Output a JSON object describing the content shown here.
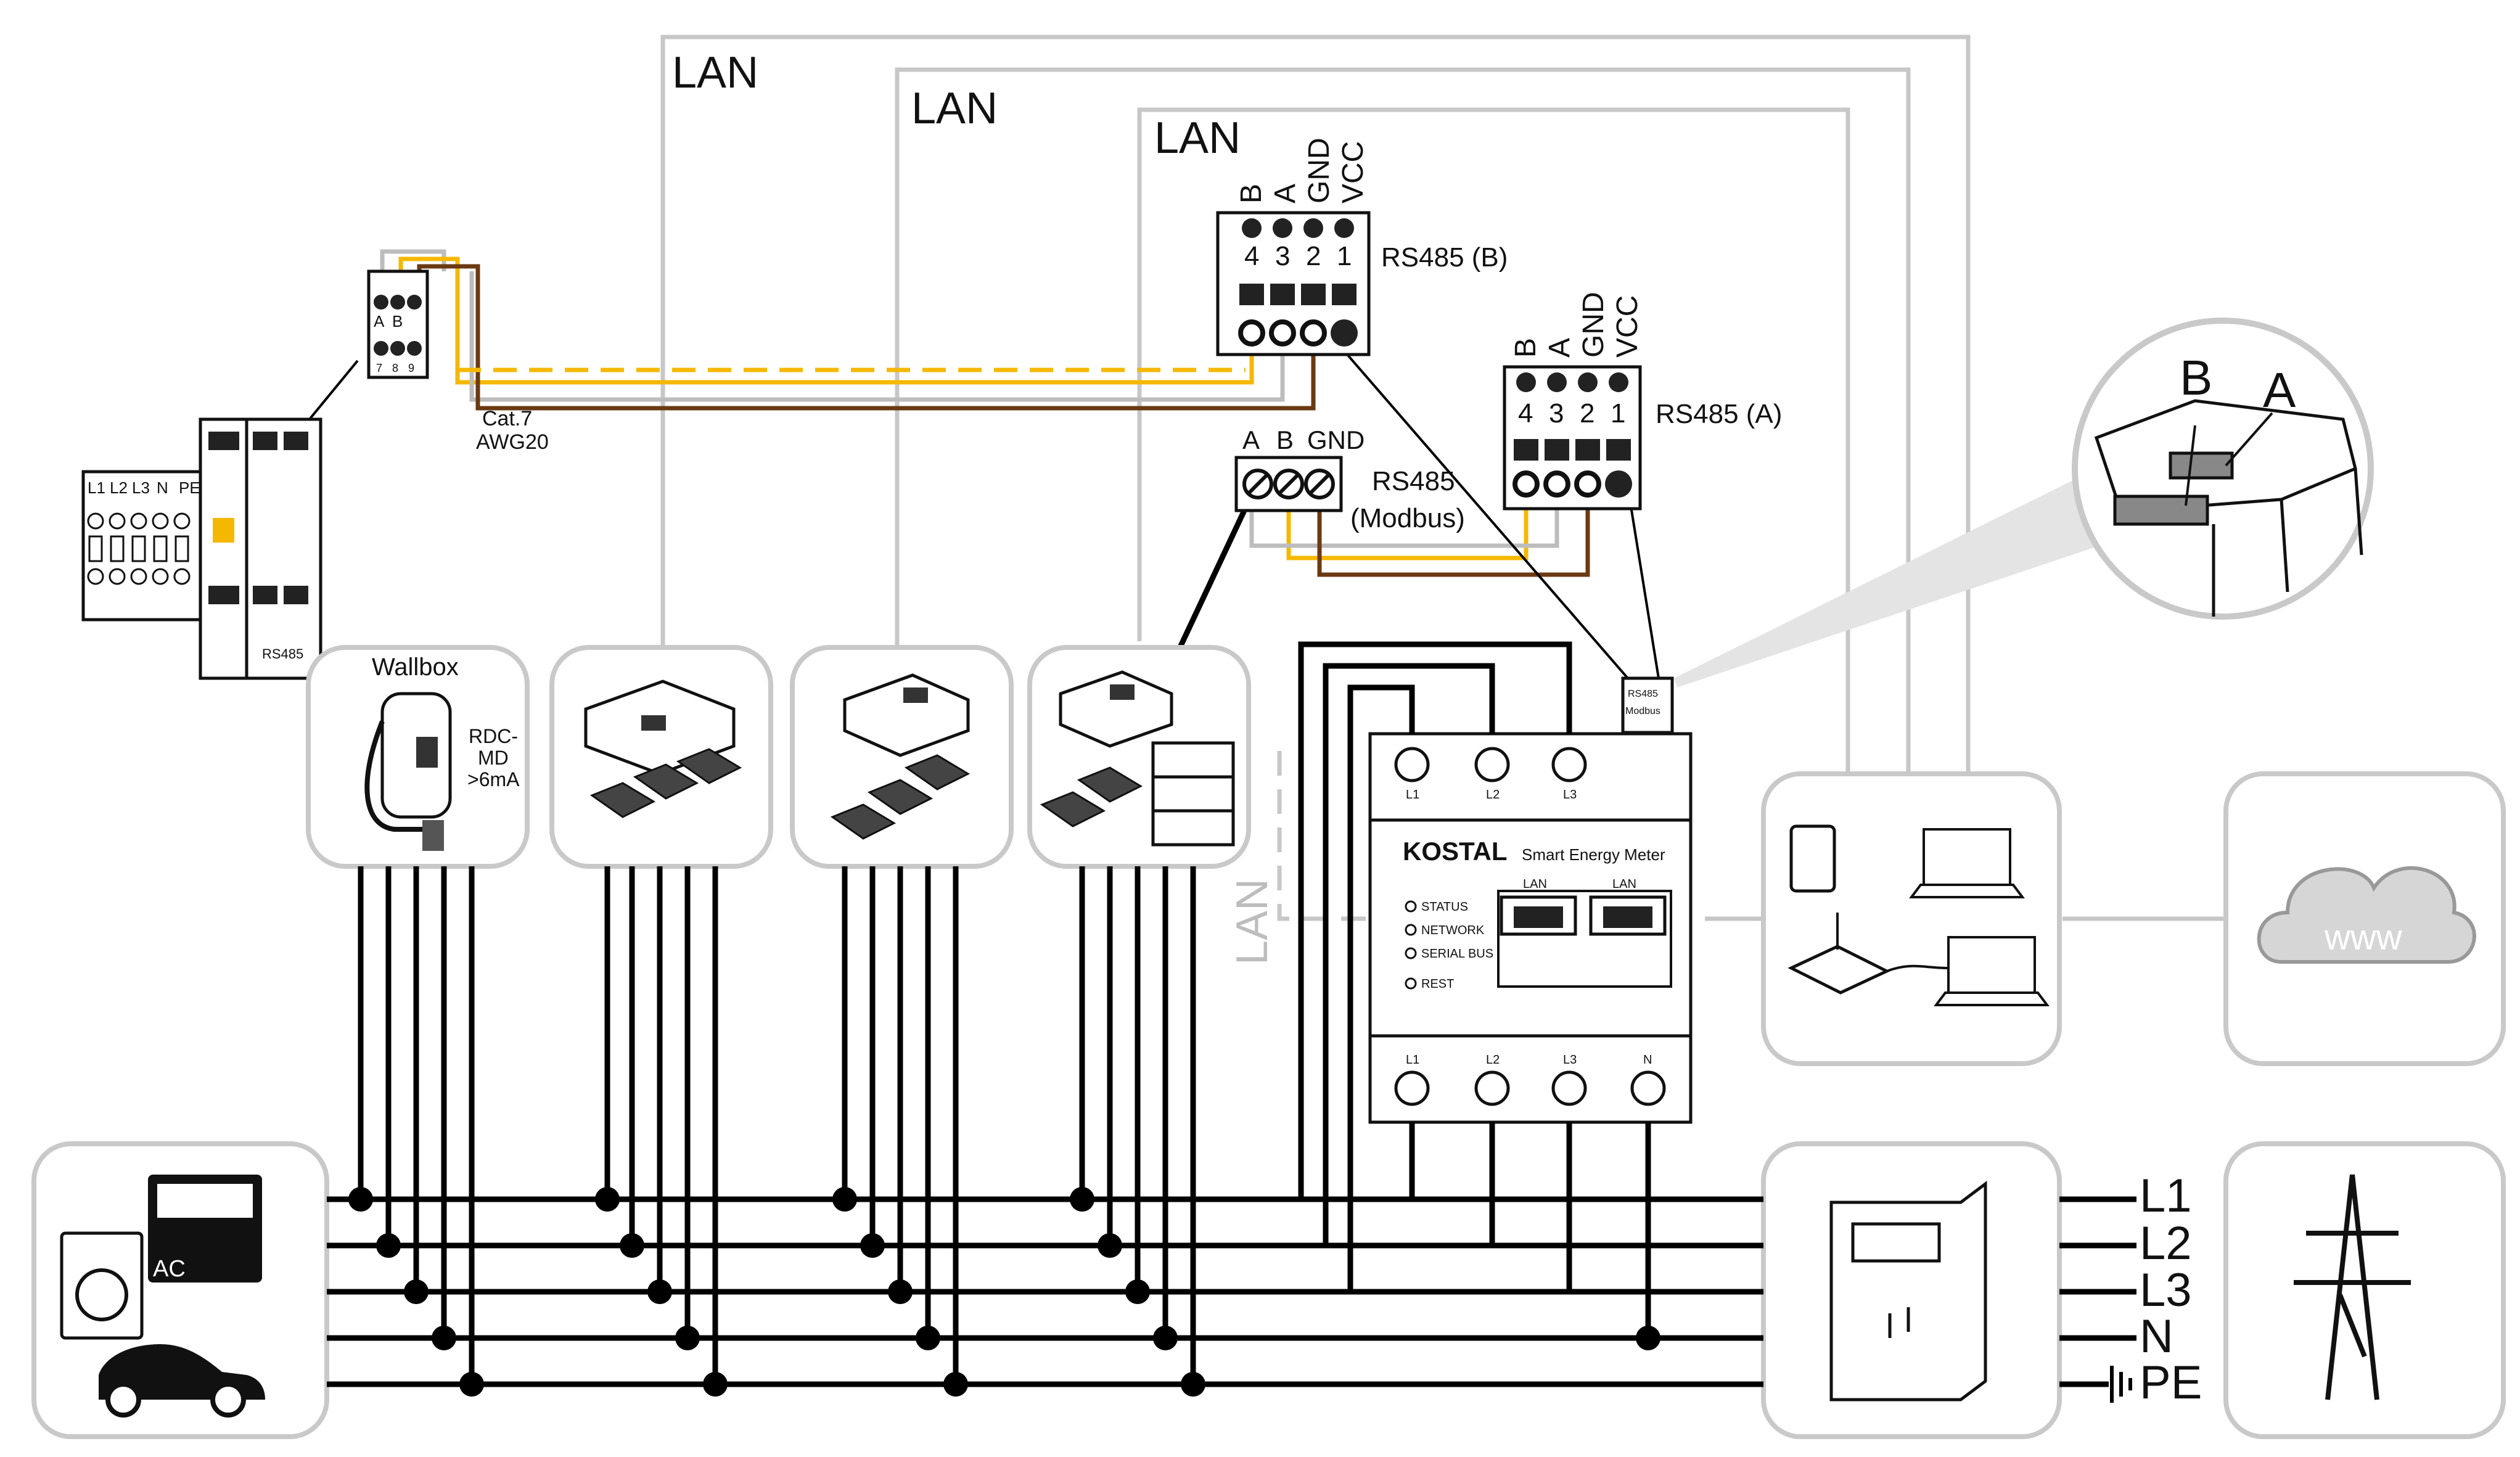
{
  "labels": {
    "lan1": "LAN",
    "lan2": "LAN",
    "lan3": "LAN",
    "lan_dashed": "LAN",
    "cable_type": "Cat.7",
    "cable_gauge": "AWG20",
    "wallbox": "Wallbox",
    "rdc_line1": "RDC-",
    "rdc_line2": "MD",
    "rdc_line3": ">6mA",
    "rs485_b": "RS485 (B)",
    "rs485_a": "RS485 (A)",
    "rs485_modbus_line1": "RS485",
    "rs485_modbus_line2": "(Modbus)",
    "rs485_small": "RS485",
    "meter_port_line1": "RS485",
    "meter_port_line2": "Modbus",
    "brand": "KOSTAL",
    "product": "Smart Energy Meter",
    "led_status": "STATUS",
    "led_network": "NETWORK",
    "led_serial": "SERIAL BUS",
    "led_rest": "REST",
    "port_lan1": "LAN",
    "port_lan2": "LAN",
    "www": "www",
    "ac": "AC",
    "zoom_b": "B",
    "zoom_a": "A"
  },
  "terminal_headers": {
    "b_block": [
      "B",
      "A",
      "GND",
      "VCC"
    ],
    "a_block": [
      "B",
      "A",
      "GND",
      "VCC"
    ],
    "modbus_block": [
      "A",
      "B",
      "GND"
    ]
  },
  "terminal_numbers": [
    "4",
    "3",
    "2",
    "1"
  ],
  "meter_top_phases": [
    "L1",
    "L2",
    "L3"
  ],
  "meter_bottom_phases": [
    "L1",
    "L2",
    "L3",
    "N"
  ],
  "grid_lines": [
    "L1",
    "L2",
    "L3",
    "N",
    "PE"
  ],
  "breaker_labels": [
    "L1",
    "L2",
    "L3",
    "N",
    "PE"
  ],
  "terminal_small_ab": [
    "A",
    "B"
  ],
  "terminal_small_nums": [
    "7",
    "8",
    "9"
  ]
}
